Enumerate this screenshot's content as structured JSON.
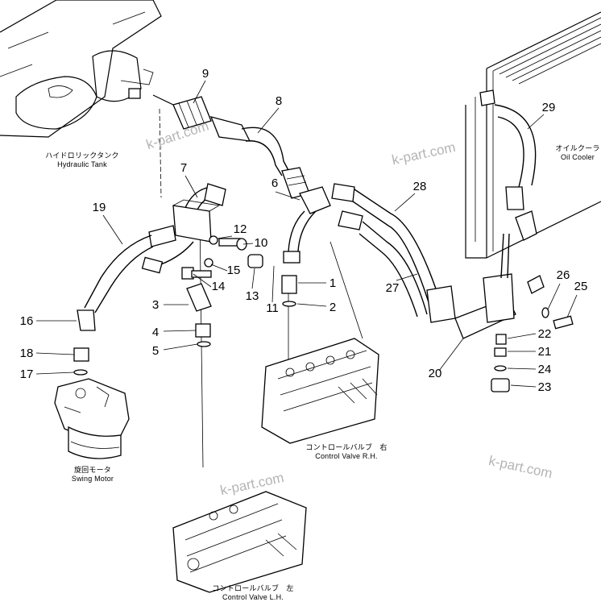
{
  "labels": {
    "hydraulic_tank_jp": "ハイドロリックタンク",
    "hydraulic_tank_en": "Hydraulic Tank",
    "oil_cooler_jp": "オイルクーラ",
    "oil_cooler_en": "Oil Cooler",
    "control_valve_rh_jp": "コントロールバルブ　右",
    "control_valve_rh_en": "Control Valve R.H.",
    "swing_motor_jp": "旋回モータ",
    "swing_motor_en": "Swing Motor",
    "control_valve_lh_jp": "コントロールバルブ　左",
    "control_valve_lh_en": "Control Valve L.H."
  },
  "watermarks": {
    "wm1": "k-part.com",
    "wm2": "k-part.com",
    "wm3": "k-part.com",
    "wm4": "k-part.com"
  },
  "callouts": {
    "c1": "1",
    "c2": "2",
    "c3": "3",
    "c4": "4",
    "c5": "5",
    "c6": "6",
    "c7": "7",
    "c8": "8",
    "c9": "9",
    "c10": "10",
    "c11": "11",
    "c12": "12",
    "c13": "13",
    "c14": "14",
    "c15": "15",
    "c16": "16",
    "c17": "17",
    "c18": "18",
    "c19": "19",
    "c20": "20",
    "c21": "21",
    "c22": "22",
    "c23": "23",
    "c24": "24",
    "c25": "25",
    "c26": "26",
    "c27": "27",
    "c28": "28",
    "c29": "29"
  }
}
